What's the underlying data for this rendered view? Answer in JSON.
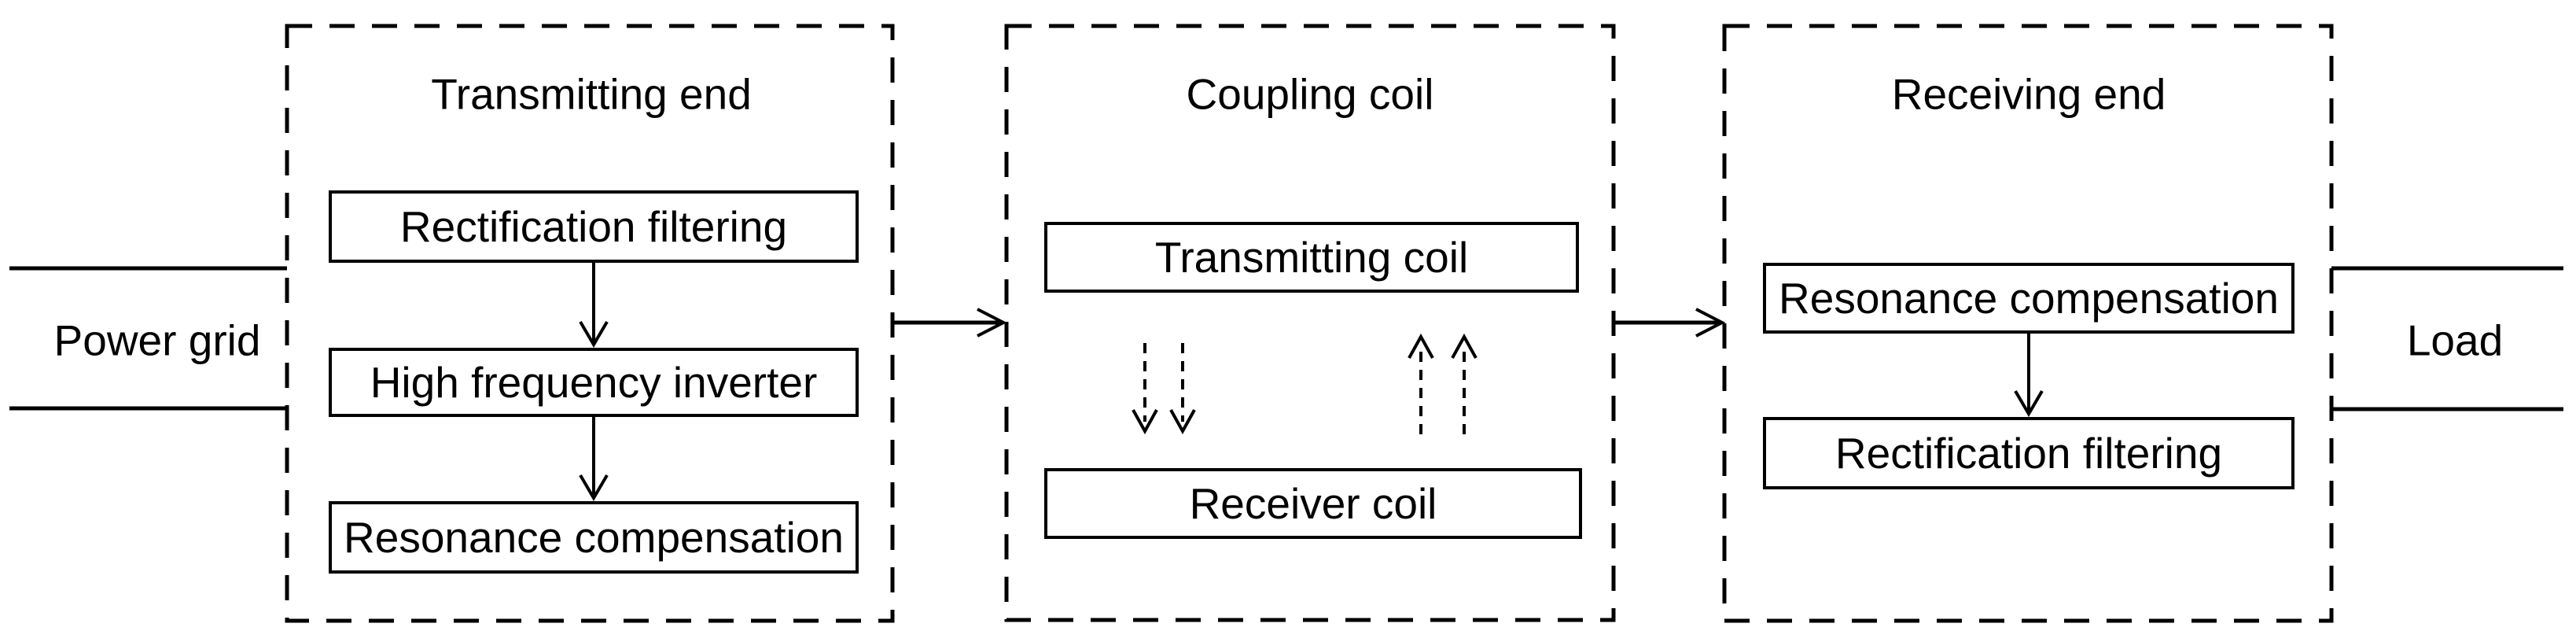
{
  "diagram": {
    "type": "block-diagram",
    "background": "#ffffff",
    "line_color": "#000000",
    "box_fill": "#ffffff",
    "endpoints": {
      "source": "Power grid",
      "sink": "Load"
    },
    "sections": [
      {
        "title": "Transmitting end",
        "blocks": [
          "Rectification filtering",
          "High frequency inverter",
          "Resonance compensation"
        ]
      },
      {
        "title": "Coupling coil",
        "blocks": [
          "Transmitting coil",
          "Receiver coil"
        ]
      },
      {
        "title": "Receiving end",
        "blocks": [
          "Resonance compensation",
          "Rectification filtering"
        ]
      }
    ],
    "connections": [
      "Power grid to Transmitting end",
      "Rectification filtering to High frequency inverter",
      "High frequency inverter to Resonance compensation",
      "Transmitting end to Coupling coil",
      "Transmitting coil to Receiver coil (magnetic field)",
      "Coupling coil to Receiving end",
      "Resonance compensation to Rectification filtering",
      "Receiving end to Load"
    ]
  }
}
